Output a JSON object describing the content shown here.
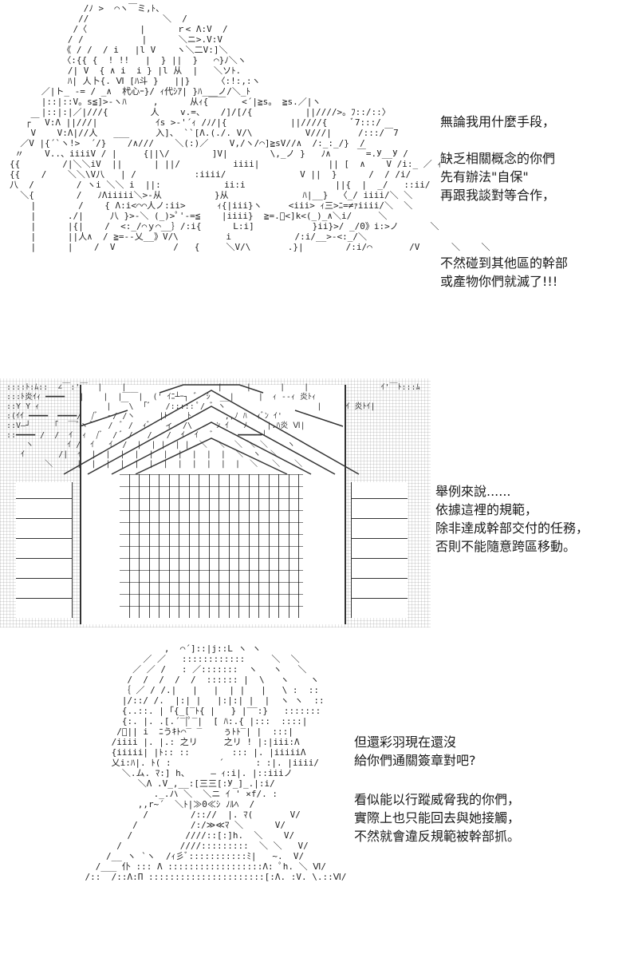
{
  "panels": [
    {
      "art": "              /ﾉ >  ⌒ヽ￣ミ,ﾄ、\n             //              ＼  /\n            /〈          |      ｒ< Λ:V  /\n           / /           |      ＼ニ>.V:V\n          《 / /  / i   |l V    ヽ＼二V:]＼\n          〈:{{ {  ! !!   |  } ||  }   ⌒}ﾉ＼ヽ\n           /| V  { ∧ i  i } |l 从  |   ＼ソﾄ.\n           ﾊ| 人卜{. Ⅵ [ﾊ斗 }   ||}     〈:!:,:ヽ\n      ／|ト_ -= / _∧  杙心ｰ}/ ｨ代ｼｱ| }ﾊ___ノ/＼_ﾄ\n      |::|::V。s≦]>-ヽﾊ     ,      从ｨ{￣￣   <´|≧s。 ≧s.／|ヽ\n      |::|:|／|///{        人    v.=、   /]/[/{          ||////>。ﾌ::/::〉\n   ┌￣ V:Λ ||///|           ｲs >-'´ｨ /ﾉ/|{            ||////{     ﾞ7:::/\n    V    V:Λ|//人   ___     入]、 ``[Λ.(./. V/\\          V///|     /:::/￣7\n  ／V |{´`ヽ!>  ´/}    /∧///    ＼(:)／    V,/ヽ/⌒]≧sV//∧  /:_:_/}  /\n 〃    V..、iiiiV / |     {||\\/        ]V|        \\,_ノ }   ﾉ∧     ￣=.У__У /\n{{        /|＼＼iV  ||      | ||/          iiii|             || [  ∧    V /i:_ ／ ｨ\n{{    /    ＼＼\\V八   | /           :iiii/              V ||  }      /  / /i/\n八  /        / ヽi ＼＼ i  ||:            ii:i                 ||{  |  _/   ::ii/\n  ＼{        /   ﾉΛiiiii＼>-从          }从              ﾊ|__}  〈_/ iiii/＼ ＼\n    |        /    { Λ:i<⌒⌒人ノ:ii>      ｨ{|iii}ヽ     <iii> ｨ三>ﾆ=≠ｧiiii/＼  ＼\n    |      ./|     八 }>-＼ (_)>ﾟ'-=≦    |iiii}  ≧=.ﾟ<]k<(_)_∧＼i/     ＼\n    |      |{|    /  <:_/⌒ｙ⌒__｝/:i{      L:i]           }ii}>/ _/0》i:>ノ      ＼\n    |      ||人∧  / ≧=--乂__》V/\\         i            /:i/__>-<:_/＼\n    |      |    /  V           /   {     ＼V/\\       .}|        /:i/⌒       /V      ＼    ＼",
      "texts": [
        {
          "lines": [
            "無論我用什麼手段，"
          ]
        },
        {
          "lines": [
            "缺乏相關概念的你們",
            "先有辦法\"自保\"",
            "再跟我談對等合作，"
          ]
        },
        {
          "lines": [
            "不然碰到其他區的幹部",
            "或產物你們就滅了!!!"
          ]
        }
      ]
    },
    {
      "art": "::::ﾄ:ﾑ::  ∠￣:'￣  |    |                   |     |      |    |               ｲ'￣ﾄ:::ﾑ\n:::ﾄ炎ｲｨ ━━━━   |    |  |￣￣|  (' ｲﾆ┴ｰ┐ ゛ ｼ  __|     |  ｨ --ｨ 炎ﾄｨ\n::Υ Υ ｨ              |  ￣\\  ｢ﾞ   /::::: ﾟ/ ゛ヽ                   |     ｲ 炎ﾄｲ|\n:(ｲｲ ━━━━  ━━━━/  /ﾞ  ~/ /ヽ     |ﾄ    ﾄ       ,,ﾉ ﾊ  ｨﾞﾝ ｲ'\n::V―┘     ｢  ￣ﾞヽ ﾟ   /  ﾞ /  ｨﾞ   ィ  /\\     ﾝ ｲ   ﾉ    |.ﾊ炎 Ⅵ|\n::━━━━ /  /  ｲ  ｨ  /ﾞ  / ﾞ /   /   /  ｲ  ｲ   ﾞ     ━━━━━┘\n    ヽ       ｲ /  ｲ   ｲ  /  |  | |  | |  ＼  ＼  ＼ ＼ ＼    ヽ\n   ｲ       /|  ｲ  |  |  |  |  |  |  |  |  |  |  ＼  ヽ  ＼\n        ＼     |  |  |  |  |  |  |  |  |  |  |  |  ＼   ＼   ＼",
      "texts": [
        {
          "lines": [
            "舉例來說......",
            "依據這裡的規範，",
            "除非達成幹部交付的任務，",
            "否則不能隨意跨區移動。"
          ]
        }
      ]
    },
    {
      "art": "                   ,  ⌒´]::|j::L ヽ ヽ\n               ／ ／   ::::::::::::     ＼  ＼\n             ／ ／ /   : ／:::::::  ヽ   ヽ   ＼\n            /  /  /  /  /  :::::: |  \\   ヽ    ヽ\n           ｛ ／ / /.|   |   |  | |   |   \\ :  ::\n           |/::/ /.  |:| |   |:|:| |  |  ヽ ヽ  ::\n           {..::. | ｢{_[‾ﾄ{ |   } |‾‾:}   :::::::\n           {:. |. .[.´‾|ﾟ‾|  [ ﾊ:.{ |:::  ::::|\n          /ﾞ|| i  ﾆうｷﾄ⌒‾ ‾    ぅﾄﾄ‾| |  :::|\n         /iiii |. |.: 之リ     之リ ! |:|iii:Λ\n         {iiiii| |ﾄ:: ::        ::: |. |iiiiiΛ\n         乂i:ﾊ|. ﾄ( :         ´      : :|. |iiii/\n           ＼.ム. ﾏ:] h、    ― ｨ:i|. |::iiiノ\n              ＼Λ .V_,__:[三三[:У_]_.|:i/\n                 ._.ハ ＼  ＼ニ ｲ ' ×f/. :\n              ,,r~´  ＼ﾄ|≫0≪ｼ ﾉﾙﾍ  /\n               /        /:://  |. ﾏ(       V/\n             /          /:/≫≪ﾏ ＼      V/\n            /          ////::[:]h.  ＼    V/\n          /           ////:::::::::  ＼ ＼   V/\n        /__ ヽ `ヽ  /ｨ彡ﾞ:::::::::::ﾐ|   ~.  V/\n      /___ 仆 ::: Λ ::::::::::::::::::Λ: ﾟh. ＼ Ⅵ/\n    /::  /::Λ:Π ::::::::::::::::::::::[:Λ. :V. \\.::Ⅵ/",
      "texts": [
        {
          "lines": [
            "但還彩羽現在還沒",
            "給你們通關簽章對吧?"
          ]
        },
        {
          "lines": [
            "看似能以行蹤威脅我的你們，",
            "實際上也只能回去與她接觸，",
            "不然就會違反規範被幹部抓。"
          ]
        }
      ]
    }
  ]
}
